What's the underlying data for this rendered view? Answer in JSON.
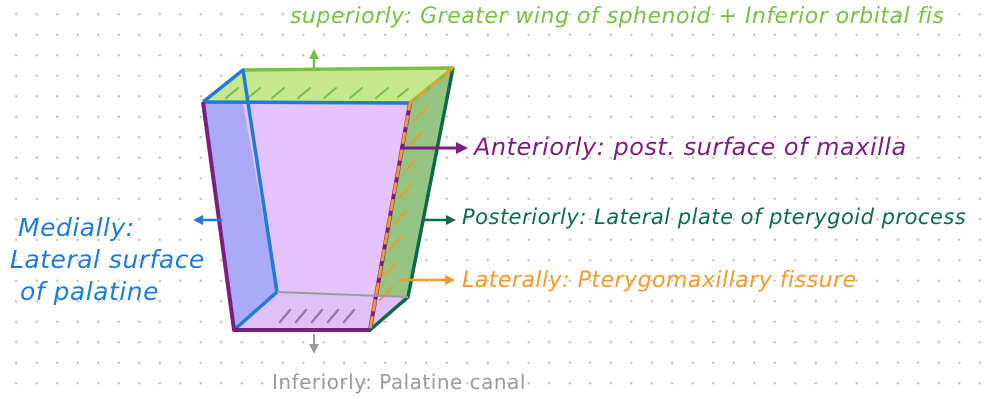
{
  "labels": {
    "superiorly": "superiorly: Greater wing of sphenoid + Inferior orbital fis",
    "anteriorly": "Anteriorly: post. surface of maxilla",
    "posteriorly": "Posteriorly: Lateral plate of pterygoid process",
    "laterally": "Laterally: Pterygomaxillary fissure",
    "inferiorly": "Inferiorly: Palatine canal",
    "medially": [
      "Medially:",
      "Lateral surface",
      "of palatine"
    ]
  },
  "colors": {
    "superior": "#7ac143",
    "anterior": "#7b1f7a",
    "posterior": "#0f6a4a",
    "lateral": "#f29a2e",
    "inferior": "#9b9b9b",
    "medial": "#1e7bd8",
    "front_face_fill": "#e6c3ff",
    "medial_face_fill": "#a9a9f5",
    "posterior_face_fill": "#8fc07a",
    "top_face_fill": "#c5e88f"
  }
}
